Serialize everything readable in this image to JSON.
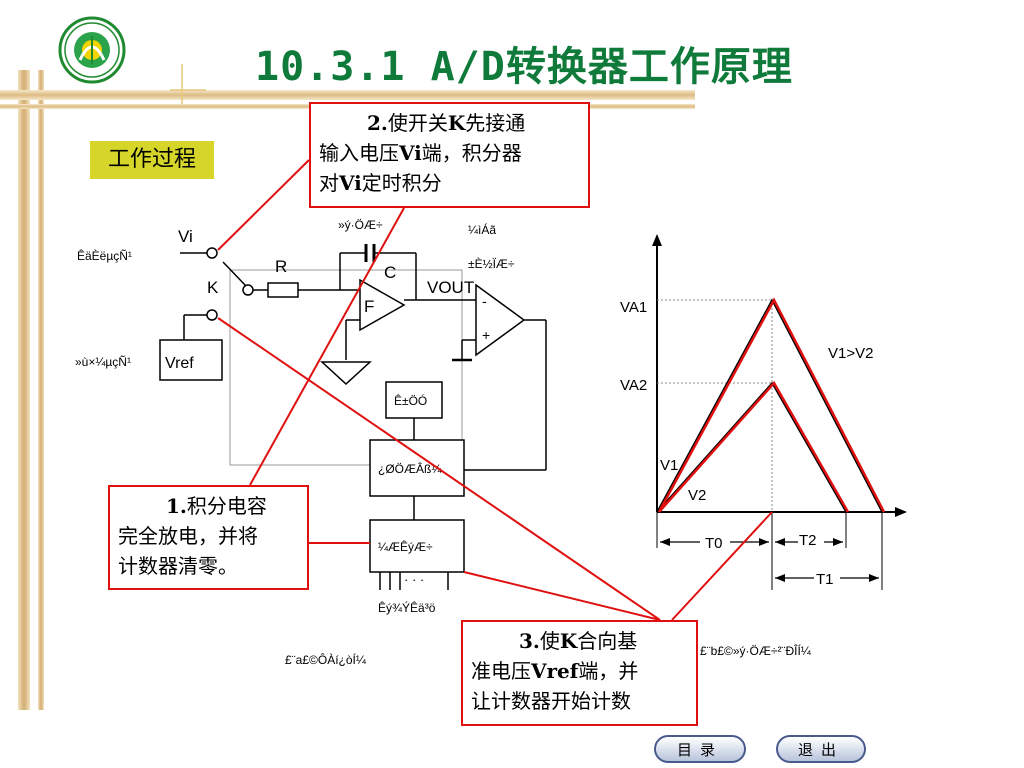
{
  "title": "10.3.1   A/D转换器工作原理",
  "work_label": "工作过程",
  "callouts": {
    "c2_num": "2.",
    "c2_l1": "使开关",
    "c2_k": "K",
    "c2_l1b": "先接通",
    "c2_l2a": "输入电压",
    "c2_l2b": "Vi",
    "c2_l2c": "端，积分器",
    "c2_l3a": "对",
    "c2_l3b": "Vi",
    "c2_l3c": "定时积分",
    "c1_num": "1.",
    "c1_l1": "积分电容",
    "c1_l2": "完全放电，并将",
    "c1_l3": "计数器清零。",
    "c3_num": "3.",
    "c3_l1a": "使",
    "c3_k": "K",
    "c3_l1b": "合向基",
    "c3_l2a": "准电压",
    "c3_l2b": "Vref",
    "c3_l2c": "端，并",
    "c3_l3": "让计数器开始计数"
  },
  "circuit": {
    "vi": "Vi",
    "k": "K",
    "r": "R",
    "c": "C",
    "f": "F",
    "vout": "VOUT",
    "vref": "Vref",
    "minus": "-",
    "plus": "+",
    "garbled_input_voltage": "ÊäÈëµçÑ¹",
    "garbled_ref_voltage": "»ù×¼µçÑ¹",
    "garbled_integrator": "»ý·ÖÆ÷",
    "garbled_comparator_1": "¼ìÁã",
    "garbled_comparator_2": "±È½ÏÆ÷",
    "garbled_clock": "Ê±ÖÓ",
    "garbled_control": "¿ØÖÆÂß¼­",
    "garbled_counter": "¼ÆÊýÆ÷",
    "garbled_digital_out": "Êý¾ÝÊä³ö",
    "dots": "· · ·",
    "garbled_caption_a": "£¨a£©Ô­Àí¿òÍ¼",
    "garbled_caption_b": "£¨b£©»ý·ÖÆ÷²¨ÐÎÍ¼"
  },
  "waveform": {
    "va1": "VA1",
    "va2": "VA2",
    "v1": "V1",
    "v2": "V2",
    "v1_gt_v2": "V1>V2",
    "t0": "T0",
    "t1": "T1",
    "t2": "T2"
  },
  "nav": {
    "toc": "目录",
    "exit": "退出"
  },
  "colors": {
    "title_green": "#0f7a3a",
    "callout_red": "#e01010",
    "label_yellow": "#d6d62a",
    "stripe_tan": "#d9b985"
  }
}
